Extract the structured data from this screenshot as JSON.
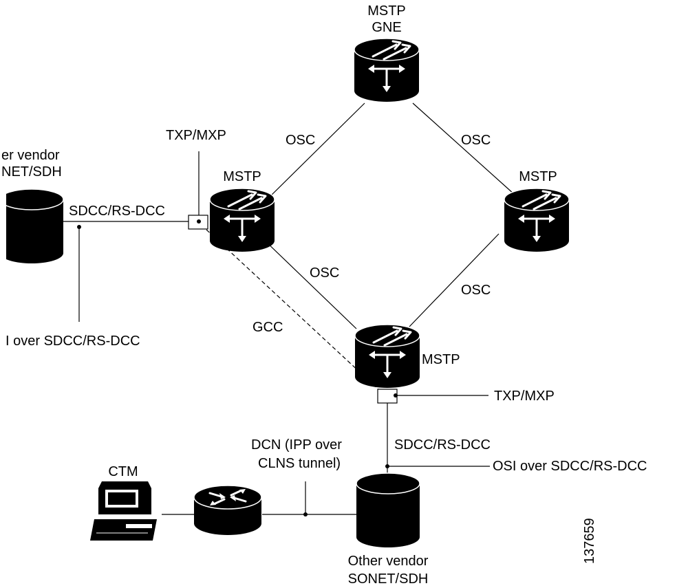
{
  "labels": {
    "mstp_gne_line1": "MSTP",
    "mstp_gne_line2": "GNE",
    "mstp_left": "MSTP",
    "mstp_right": "MSTP",
    "mstp_bottom": "MSTP",
    "osc_top_left": "OSC",
    "osc_top_right": "OSC",
    "osc_bottom_left": "OSC",
    "osc_bottom_right": "OSC",
    "txp_top": "TXP/MXP",
    "txp_bottom": "TXP/MXP",
    "other_vendor_left_line1": "er vendor",
    "other_vendor_left_line2": "NET/SDH",
    "sdcc_left": "SDCC/RS-DCC",
    "osi_left": "I over SDCC/RS-DCC",
    "gcc": "GCC",
    "sdcc_bottom": "SDCC/RS-DCC",
    "osi_bottom": "OSI over SDCC/RS-DCC",
    "dcn_line1": "DCN (IPP over",
    "dcn_line2": "CLNS tunnel)",
    "ctm": "CTM",
    "other_vendor_bottom_line1": "Other vendor",
    "other_vendor_bottom_line2": "SONET/SDH",
    "figure_id": "137659"
  }
}
